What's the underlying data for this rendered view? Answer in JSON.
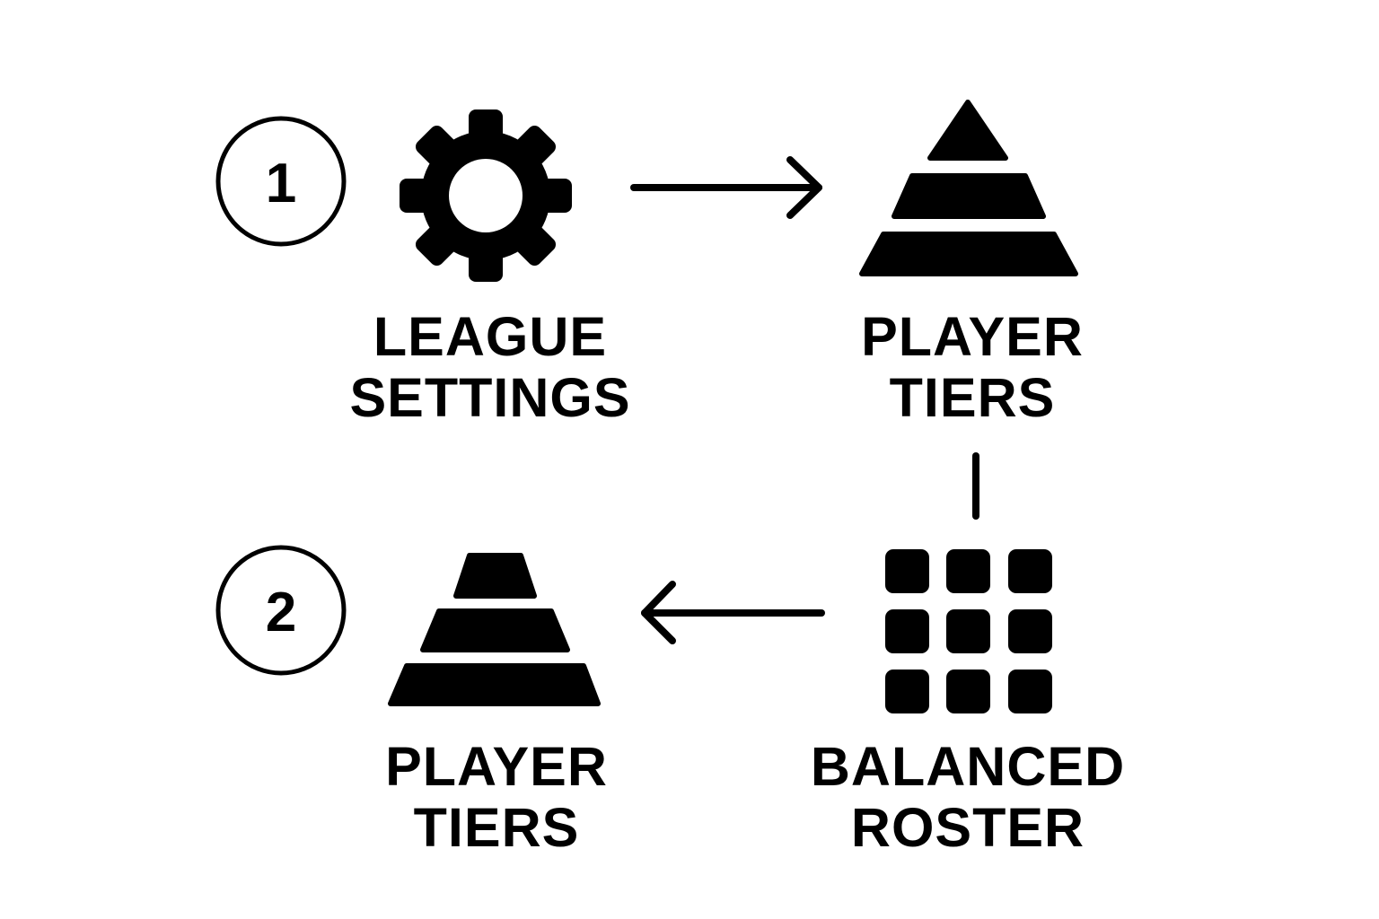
{
  "steps": [
    {
      "number": "1"
    },
    {
      "number": "2"
    }
  ],
  "nodes": {
    "league_settings": {
      "line1": "LEAGUE",
      "line2": "SETTINGS",
      "icon": "gear-icon"
    },
    "player_tiers_top": {
      "line1": "PLAYER",
      "line2": "TIERS",
      "icon": "pyramid-icon"
    },
    "balanced_roster": {
      "line1": "BALANCED",
      "line2": "ROSTER",
      "icon": "grid-icon"
    },
    "player_tiers_bottom": {
      "line1": "PLAYER",
      "line2": "TIERS",
      "icon": "tiered-cone-icon"
    }
  },
  "colors": {
    "ink": "#000000",
    "background": "#ffffff"
  }
}
